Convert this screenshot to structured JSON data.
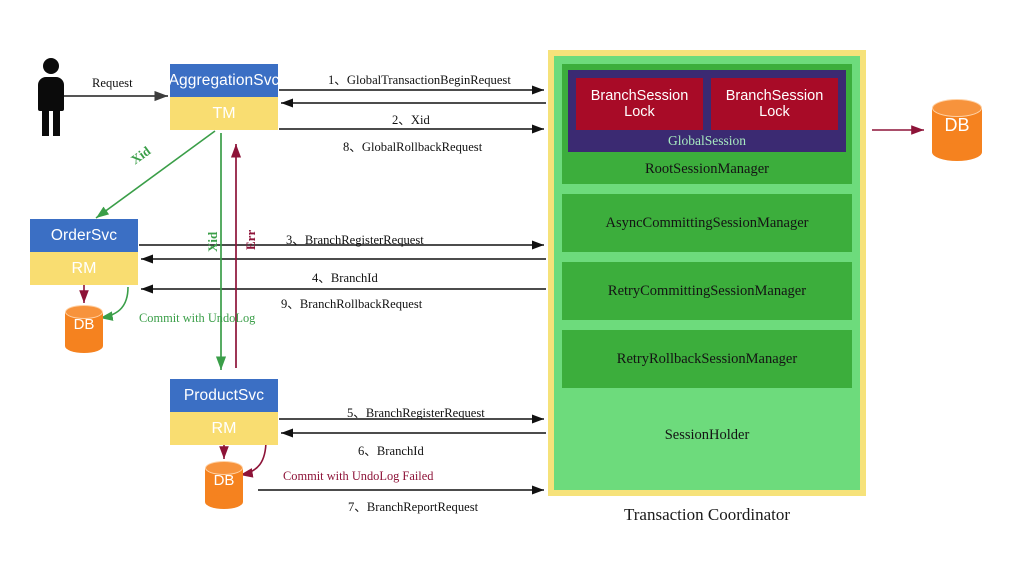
{
  "actor": {
    "name": "user-figure",
    "request_label": "Request"
  },
  "services": [
    {
      "id": "aggregation",
      "title": "AggregationSvc",
      "role": "TM"
    },
    {
      "id": "order",
      "title": "OrderSvc",
      "role": "RM"
    },
    {
      "id": "product",
      "title": "ProductSvc",
      "role": "RM"
    }
  ],
  "databases": [
    {
      "id": "order-db",
      "label": "DB"
    },
    {
      "id": "product-db",
      "label": "DB"
    },
    {
      "id": "tc-db",
      "label": "DB"
    }
  ],
  "coordinator": {
    "caption": "Transaction Coordinator",
    "global_session_label": "GlobalSession",
    "branch_sessions": [
      {
        "label": "BranchSession\nLock"
      },
      {
        "label": "BranchSession\nLock"
      }
    ],
    "managers": [
      "RootSessionManager",
      "AsyncCommittingSessionManager",
      "RetryCommittingSessionManager",
      "RetryRollbackSessionManager"
    ],
    "holder": "SessionHolder",
    "colors": {
      "outer_border": "#f6e27a",
      "inner_bg": "#6ddb7c",
      "manager_bg": "#3cae3c",
      "global_session_bg": "#3b2a72",
      "branch_session_bg": "#a80b27",
      "global_session_text": "#a7e9c0"
    }
  },
  "messages": [
    {
      "n": "1",
      "text": "1、GlobalTransactionBeginRequest"
    },
    {
      "n": "2",
      "text": "2、Xid"
    },
    {
      "n": "8",
      "text": "8、GlobalRollbackRequest"
    },
    {
      "n": "3",
      "text": "3、BranchRegisterRequest"
    },
    {
      "n": "4",
      "text": "4、BranchId"
    },
    {
      "n": "9",
      "text": "9、BranchRollbackRequest"
    },
    {
      "n": "5",
      "text": "5、BranchRegisterRequest"
    },
    {
      "n": "6",
      "text": "6、BranchId"
    },
    {
      "n": "7",
      "text": "7、BranchReportRequest"
    }
  ],
  "flows": {
    "xid_diagonal": "Xid",
    "xid_vertical": "Xid",
    "err_vertical": "Err",
    "commit_order": "Commit with UndoLog",
    "commit_product": "Commit with UndoLog Failed"
  },
  "colors": {
    "svc_header": "#3b6fc4",
    "svc_role": "#f9dd71",
    "db": "#f5821f",
    "green": "#3a9e48",
    "dark_red": "#8d1338",
    "black": "#111111"
  }
}
